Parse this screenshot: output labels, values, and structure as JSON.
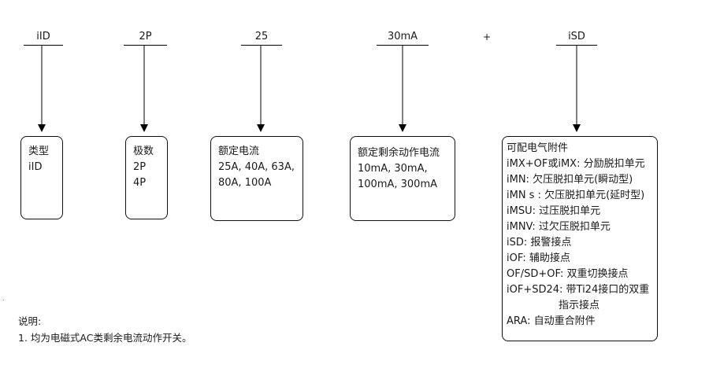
{
  "codes": {
    "type": "iID",
    "poles": "2P",
    "current": "25",
    "residual": "30mA",
    "plus": "+",
    "accessory": "iSD"
  },
  "boxes": {
    "type": {
      "header": "类型",
      "lines": [
        "iID"
      ]
    },
    "poles": {
      "header": "极数",
      "lines": [
        "2P",
        "4P"
      ]
    },
    "current": {
      "header": "额定电流",
      "lines": [
        "25A, 40A, 63A,",
        "80A, 100A"
      ]
    },
    "residual": {
      "header": "额定剩余动作电流",
      "lines": [
        "10mA, 30mA,",
        "100mA, 300mA"
      ]
    },
    "accessory": {
      "header": "可配电气附件",
      "lines": [
        "iMX+OF或iMX: 分励脱扣单元",
        "iMN: 欠压脱扣单元(瞬动型)",
        "iMN s : 欠压脱扣单元(延时型)",
        "iMSU: 过压脱扣单元",
        "iMNV: 过欠压脱扣单元",
        "iSD: 报警接点",
        "iOF: 辅助接点",
        "OF/SD+OF: 双重切换接点",
        "iOF+SD24: 带Ti24接口的双重",
        "指示接点",
        "ARA: 自动重合附件"
      ]
    }
  },
  "notes": {
    "title": "说明:",
    "items": [
      "1. 均为电磁式AC类剩余电流动作开关。"
    ]
  }
}
